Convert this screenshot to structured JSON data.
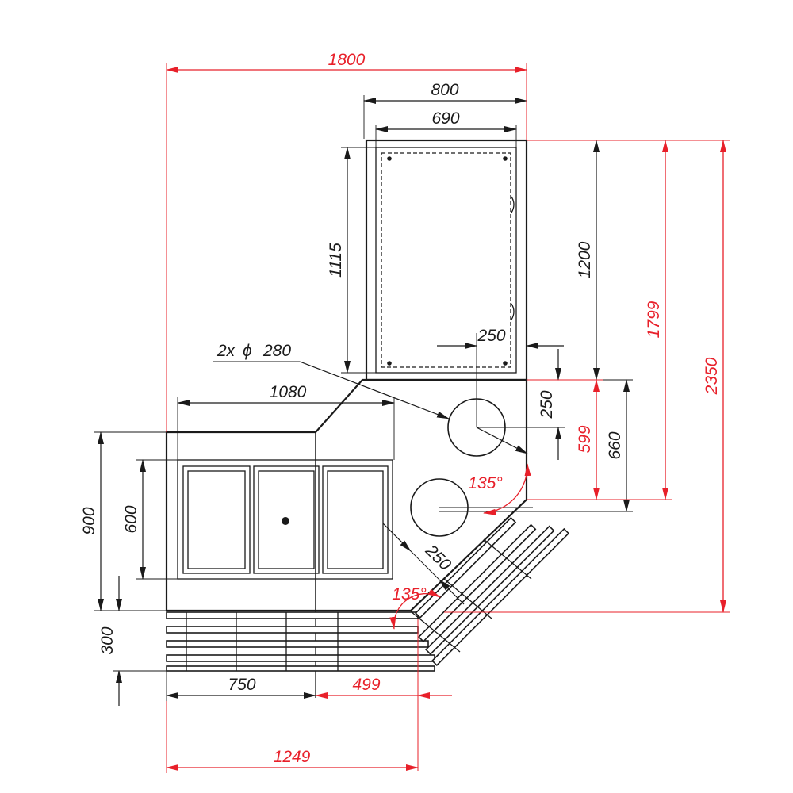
{
  "dimensions": {
    "overall_width": "1800",
    "top_unit_width": "800",
    "top_inner_width": "690",
    "top_inner_height": "1115",
    "top_unit_height": "1200",
    "red_height_mid": "1799",
    "overall_height": "2350",
    "hole_offset_x": "250",
    "hole_offset_y": "250",
    "hole_spacing_red": "599",
    "hole_spacing": "660",
    "holes_label": "2x",
    "holes_symbol": "ϕ",
    "holes_diameter": "280",
    "bottom_top_width": "1080",
    "bottom_height": "900",
    "window_height": "600",
    "angle_upper": "135°",
    "hole_diag_offset": "250",
    "angle_lower": "135°",
    "shelf_depth": "300",
    "shelf_left": "750",
    "shelf_mid": "499",
    "shelf_total": "1249"
  }
}
